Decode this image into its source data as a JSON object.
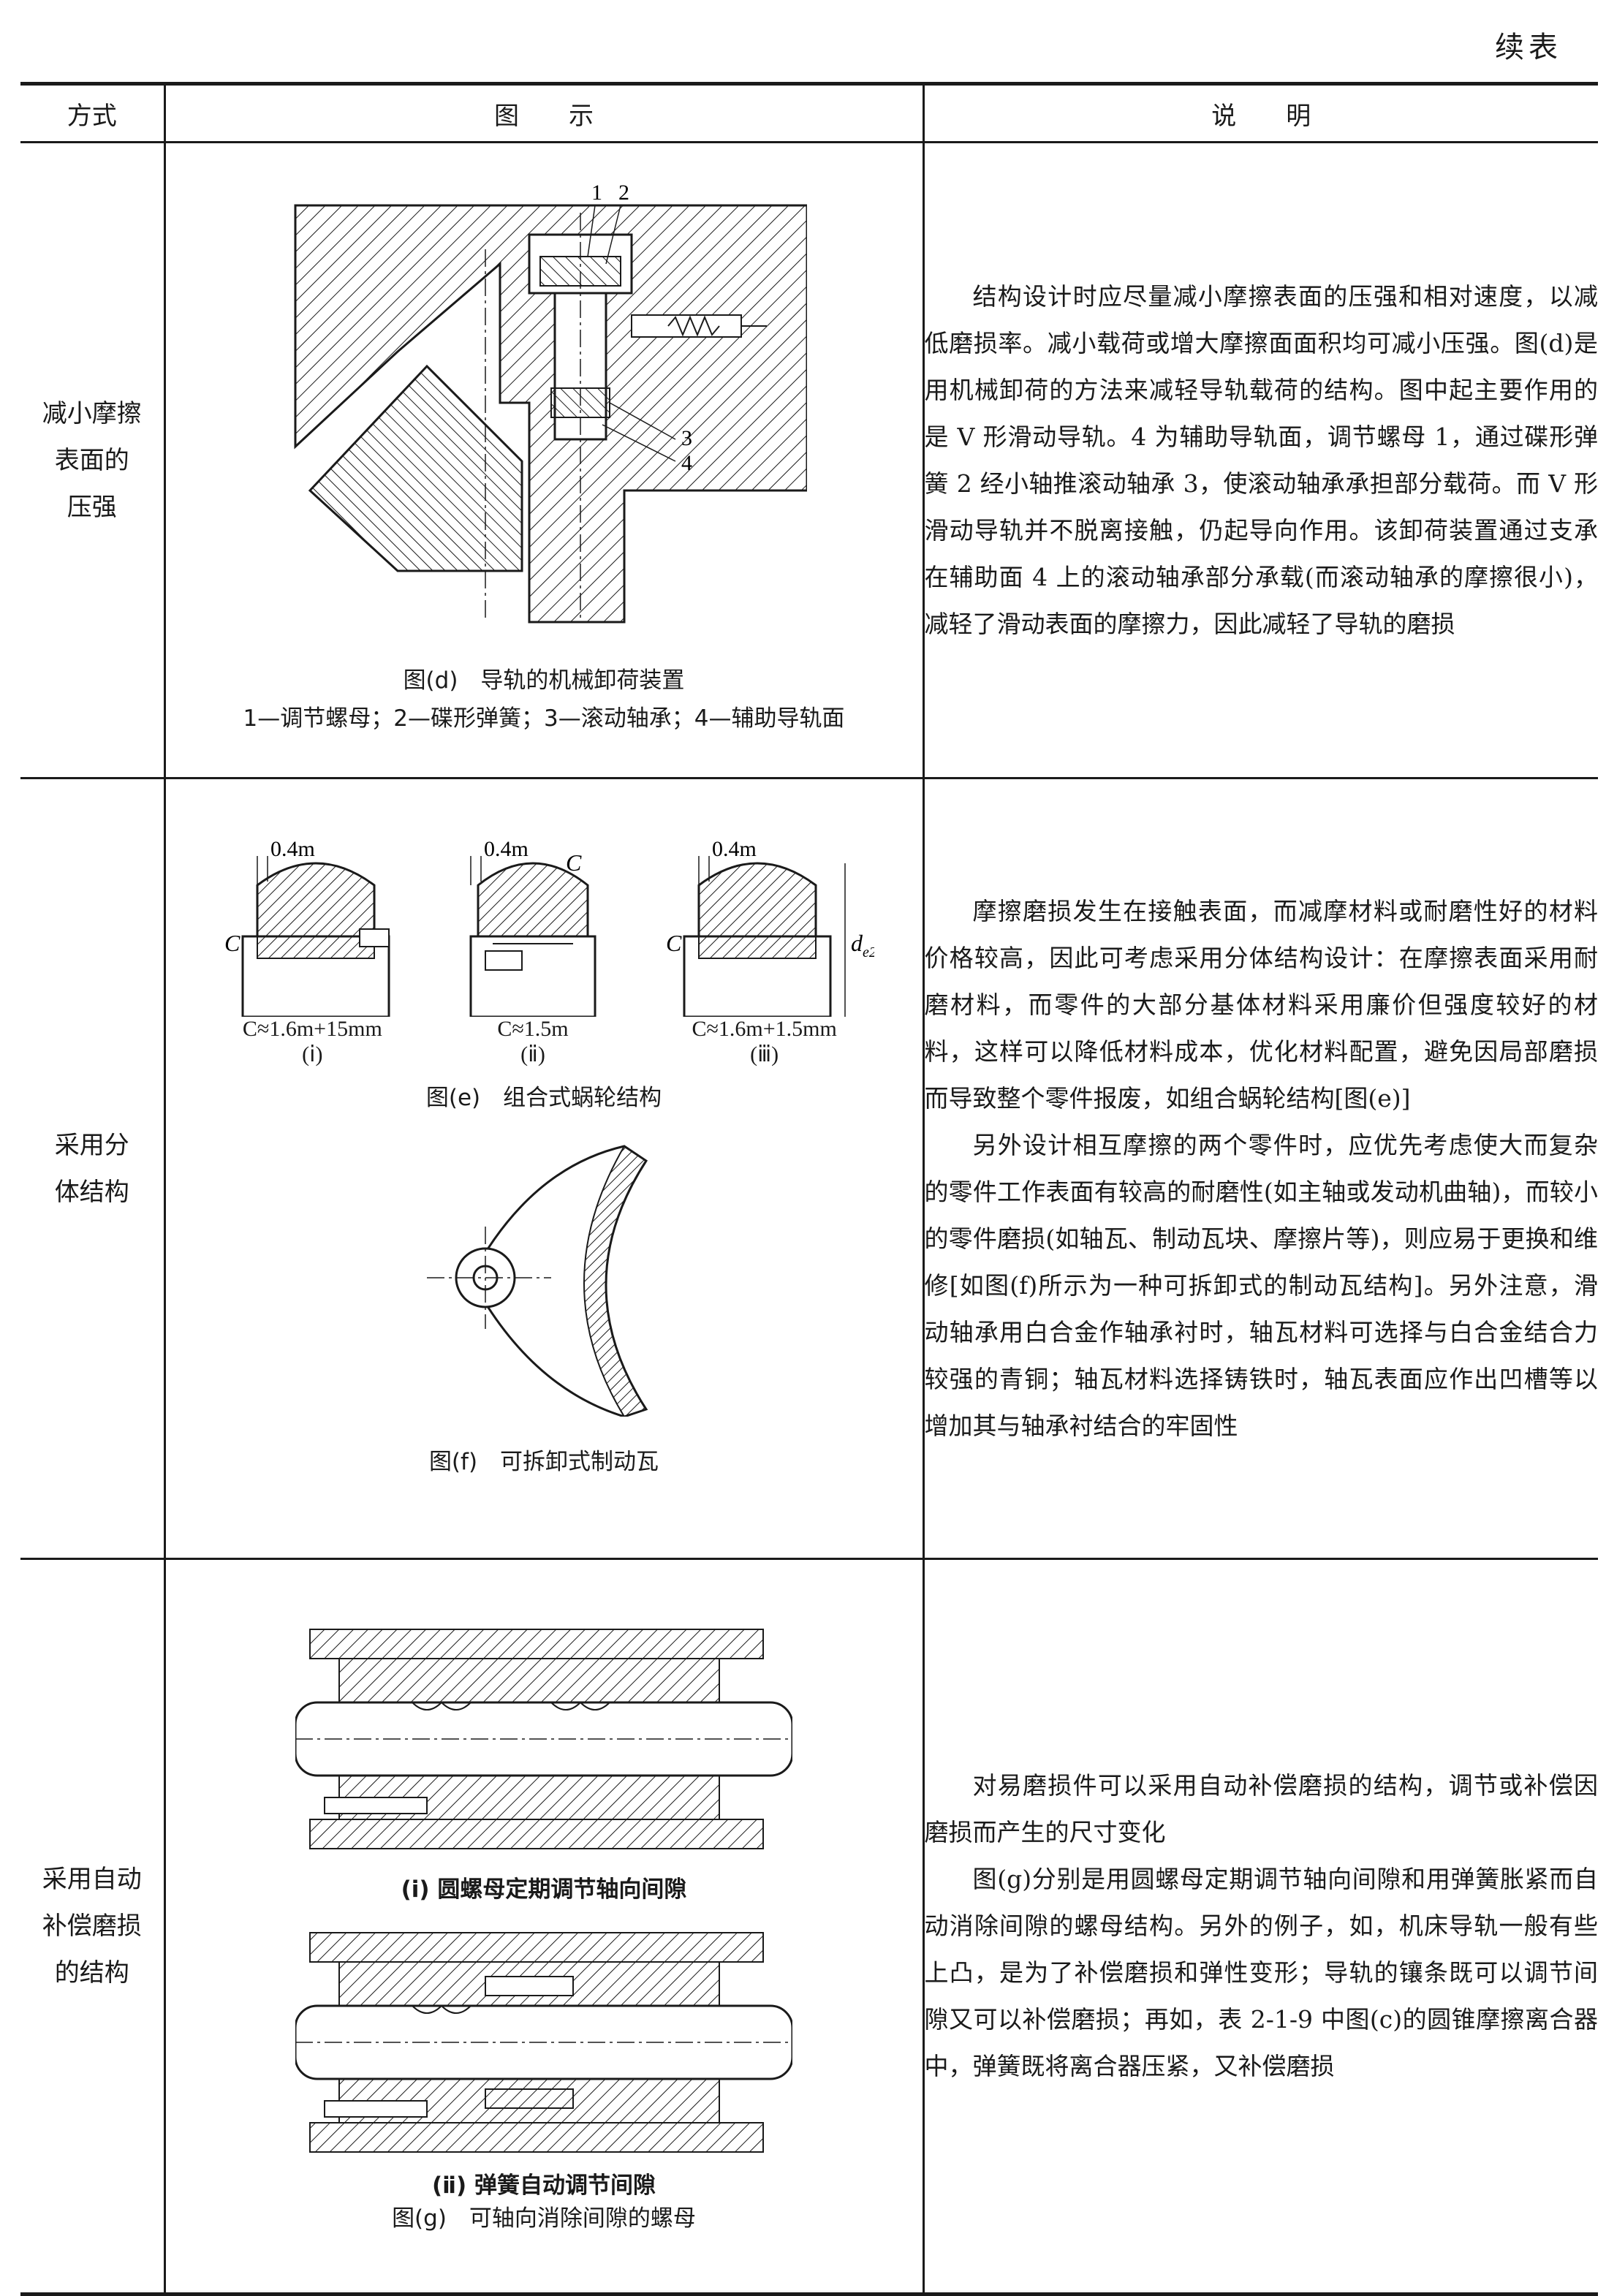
{
  "header": {
    "continued_label": "续表"
  },
  "table": {
    "columns": [
      "方式",
      "图　　示",
      "说　　明"
    ],
    "rows": [
      {
        "method": [
          "减小摩擦",
          "表面的",
          "压强"
        ],
        "figure_caption": "图(d)　导轨的机械卸荷装置",
        "figure_legend": "1—调节螺母；2—碟形弹簧；3—滚动轴承；4—辅助导轨面",
        "callouts": [
          "1",
          "2",
          "3",
          "4"
        ],
        "description": [
          "结构设计时应尽量减小摩擦表面的压强和相对速度，以减低磨损率。减小载荷或增大摩擦面面积均可减小压强。图(d)是用机械卸荷的方法来减轻导轨载荷的结构。图中起主要作用的是 V 形滑动导轨。4 为辅助导轨面，调节螺母 1，通过碟形弹簧 2 经小轴推滚动轴承 3，使滚动轴承承担部分载荷。而 V 形滑动导轨并不脱离接触，仍起导向作用。该卸荷装置通过支承在辅助面 4 上的滚动轴承部分承载(而滚动轴承的摩擦很小)，减轻了滑动表面的摩擦力，因此减轻了导轨的磨损"
        ]
      },
      {
        "method": [
          "采用分",
          "体结构"
        ],
        "worm": {
          "dim_label": "0.4m",
          "c_label": "C",
          "de2_label": "d",
          "de2_sub": "e2",
          "subfigs": [
            {
              "formula": "C≈1.6m+15mm",
              "roman": "(ⅰ)"
            },
            {
              "formula": "C≈1.5m",
              "roman": "(ⅱ)"
            },
            {
              "formula": "C≈1.6m+1.5mm",
              "roman": "(ⅲ)"
            }
          ],
          "caption": "图(e)　组合式蜗轮结构"
        },
        "brake_caption": "图(f)　可拆卸式制动瓦",
        "description": [
          "摩擦磨损发生在接触表面，而减摩材料或耐磨性好的材料价格较高，因此可考虑采用分体结构设计：在摩擦表面采用耐磨材料，而零件的大部分基体材料采用廉价但强度较好的材料，这样可以降低材料成本，优化材料配置，避免因局部磨损而导致整个零件报废，如组合蜗轮结构[图(e)]",
          "另外设计相互摩擦的两个零件时，应优先考虑使大而复杂的零件工作表面有较高的耐磨性(如主轴或发动机曲轴)，而较小的零件磨损(如轴瓦、制动瓦块、摩擦片等)，则应易于更换和维修[如图(f)所示为一种可拆卸式的制动瓦结构]。另外注意，滑动轴承用白合金作轴承衬时，轴瓦材料可选择与白合金结合力较强的青铜；轴瓦材料选择铸铁时，轴瓦表面应作出凹槽等以增加其与轴承衬结合的牢固性"
        ]
      },
      {
        "method": [
          "采用自动",
          "补偿磨损",
          "的结构"
        ],
        "sub1_caption": "(ⅰ) 圆螺母定期调节轴向间隙",
        "sub2_caption": "(ⅱ) 弹簧自动调节间隙",
        "figure_caption": "图(g)　可轴向消除间隙的螺母",
        "description": [
          "对易磨损件可以采用自动补偿磨损的结构，调节或补偿因磨损而产生的尺寸变化",
          "图(g)分别是用圆螺母定期调节轴向间隙和用弹簧胀紧而自动消除间隙的螺母结构。另外的例子，如，机床导轨一般有些上凸，是为了补偿磨损和弹性变形；导轨的镶条既可以调节间隙又可以补偿磨损；再如，表 2-1-9 中图(c)的圆锥摩擦离合器中，弹簧既将离合器压紧，又补偿磨损"
        ]
      }
    ]
  }
}
